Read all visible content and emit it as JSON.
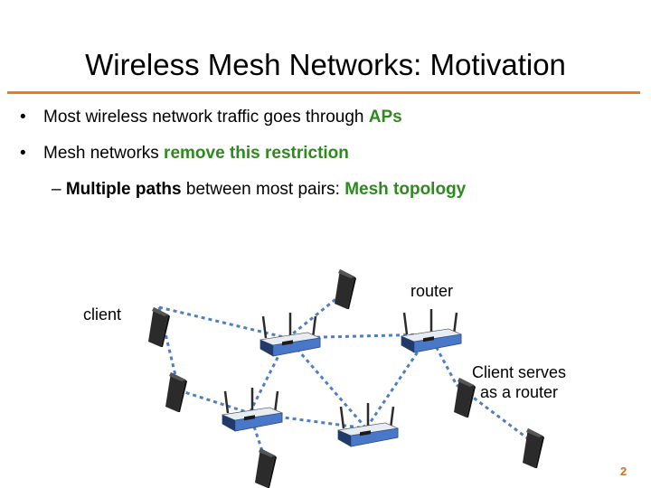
{
  "slide": {
    "title": "Wireless  Mesh  Networks: Motivation",
    "bullets": [
      {
        "text": "Most  wireless  network  traffic goes through  ",
        "highlight": "APs"
      },
      {
        "text": "Mesh  networks ",
        "highlight": "remove this restriction"
      }
    ],
    "sub_bullet": {
      "dash": "–",
      "bold_lead": "Multiple paths",
      "text": " between most pairs: ",
      "highlight": "Mesh topology"
    },
    "bullet_symbol": "•",
    "page_number": "2"
  },
  "diagram": {
    "labels": {
      "router": "router",
      "client": "client",
      "client_router_line1": "Client serves",
      "client_router_line2": "as a router"
    },
    "colors": {
      "link": "#4f7fc0",
      "router_body": "#4a78c8",
      "device_dark": "#2b2b2b",
      "accent": "#f07a1a",
      "highlight_green": "#2e8a1f"
    },
    "icons": [
      "wireless-router-icon",
      "client-device-icon"
    ]
  }
}
